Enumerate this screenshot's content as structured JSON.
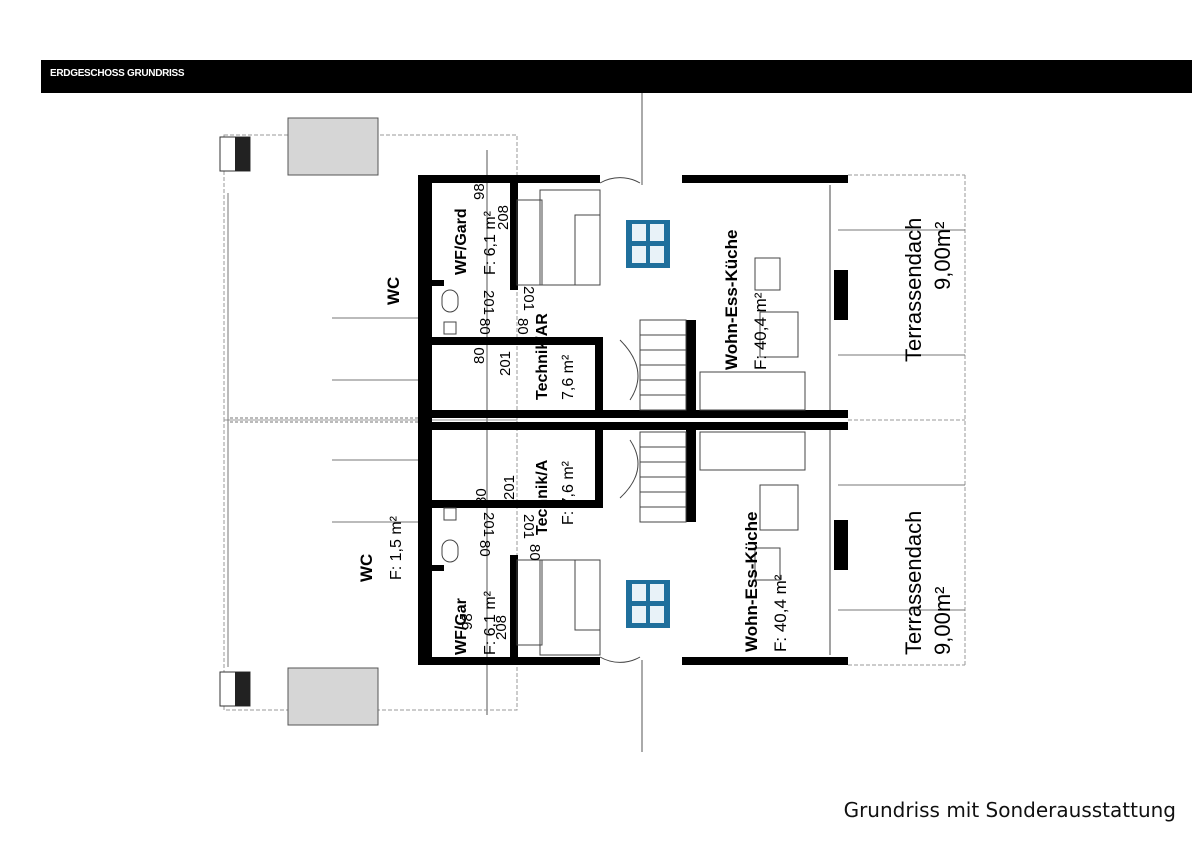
{
  "header": {
    "title": "ERDGESCHOSS GRUNDRISS"
  },
  "caption": "Grundriss mit Sonderausstattung",
  "units": {
    "upper": {
      "wc": {
        "name": "WC"
      },
      "wf": {
        "name": "WF/Gard",
        "area": "F: 6,1 m²",
        "dim1": "98",
        "dim2": "208"
      },
      "technik": {
        "name": "Technik/AR",
        "area": "7,6 m²",
        "dim1": "80",
        "dim2": "201"
      },
      "door_dims": [
        "201",
        "201",
        "80",
        "80"
      ],
      "wohn": {
        "name": "Wohn-Ess-Küche",
        "area": "F: 40,4 m²"
      },
      "terrasse": {
        "name": "Terrassendach",
        "area": "9,00m²"
      }
    },
    "lower": {
      "wc": {
        "name": "WC",
        "area": "F: 1,5 m²"
      },
      "wf": {
        "name": "WF/Gar",
        "area": "F: 6,1 m²",
        "dim1": "98",
        "dim2": "208"
      },
      "technik": {
        "name": "Technik/A",
        "area": "F: 7,6 m²",
        "dim1": "80",
        "dim2": "201"
      },
      "door_dims": [
        "201",
        "201",
        "80",
        "80"
      ],
      "wohn": {
        "name": "Wohn-Ess-Küche",
        "area": "F: 40,4 m²"
      },
      "terrasse": {
        "name": "Terrassendach",
        "area": "9,00m²"
      }
    }
  },
  "colors": {
    "wall": "#000000",
    "furniture_accent": "#1f6f9c",
    "grey_box": "#d6d6d6"
  }
}
